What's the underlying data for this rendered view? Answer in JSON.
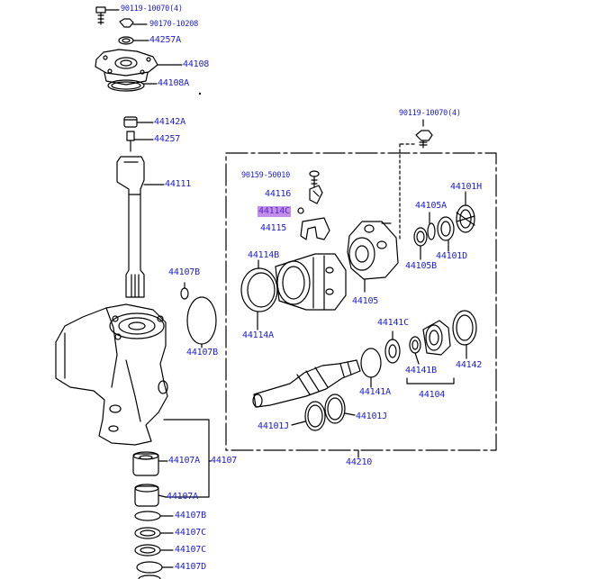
{
  "diagram": {
    "highlight_color": "#c38ee8",
    "label_color": "#1a1ad4",
    "line_color": "#000000",
    "parts": [
      {
        "id": "p1",
        "label": "90119-10070(4)",
        "small": true
      },
      {
        "id": "p2",
        "label": "90170-10208",
        "small": true
      },
      {
        "id": "p3",
        "label": "44257A"
      },
      {
        "id": "p4",
        "label": "44108"
      },
      {
        "id": "p5",
        "label": "44108A"
      },
      {
        "id": "p6",
        "label": "44142A"
      },
      {
        "id": "p7",
        "label": "44257"
      },
      {
        "id": "p8",
        "label": "44111"
      },
      {
        "id": "p9",
        "label": "44107B"
      },
      {
        "id": "p10",
        "label": "44107B"
      },
      {
        "id": "p11",
        "label": "44107A"
      },
      {
        "id": "p12",
        "label": "44107"
      },
      {
        "id": "p13",
        "label": "44107A"
      },
      {
        "id": "p14",
        "label": "44107B"
      },
      {
        "id": "p15",
        "label": "44107C"
      },
      {
        "id": "p16",
        "label": "44107C"
      },
      {
        "id": "p17",
        "label": "44107D"
      },
      {
        "id": "p18",
        "label": "90119-10070(4)",
        "small": true
      },
      {
        "id": "p19",
        "label": "90159-50010",
        "small": true
      },
      {
        "id": "p20",
        "label": "44116"
      },
      {
        "id": "p21",
        "label": "44114C",
        "highlight": true
      },
      {
        "id": "p22",
        "label": "44115"
      },
      {
        "id": "p23",
        "label": "44114B"
      },
      {
        "id": "p24",
        "label": "44114A"
      },
      {
        "id": "p25",
        "label": "44105"
      },
      {
        "id": "p26",
        "label": "44105A"
      },
      {
        "id": "p27",
        "label": "44105B"
      },
      {
        "id": "p28",
        "label": "44101H"
      },
      {
        "id": "p29",
        "label": "44101D"
      },
      {
        "id": "p30",
        "label": "44141C"
      },
      {
        "id": "p31",
        "label": "44141B"
      },
      {
        "id": "p32",
        "label": "44142"
      },
      {
        "id": "p33",
        "label": "44141A"
      },
      {
        "id": "p34",
        "label": "44104"
      },
      {
        "id": "p35",
        "label": "44101J"
      },
      {
        "id": "p36",
        "label": "44101J"
      },
      {
        "id": "p37",
        "label": "44210"
      }
    ]
  }
}
